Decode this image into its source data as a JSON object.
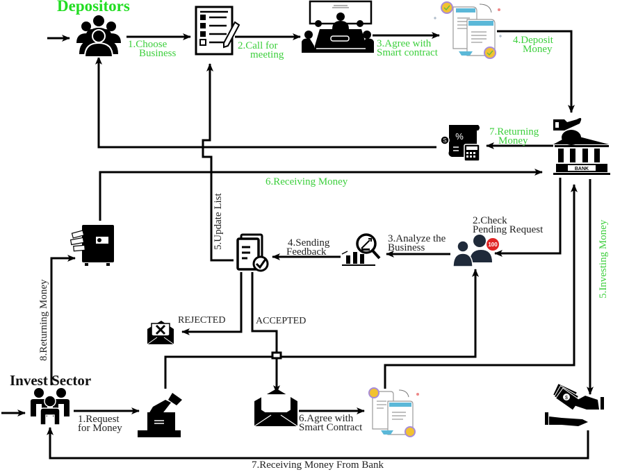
{
  "titles": {
    "depositors": "Depositors",
    "invest_sector": "Invest Sector"
  },
  "depositor_flow": {
    "step1": [
      "1.Choose",
      "Business"
    ],
    "step2": [
      "2.Call for",
      "meeting"
    ],
    "step3": [
      "3.Agree with",
      "Smart contract"
    ],
    "step4": [
      "4.Deposit",
      "Money"
    ]
  },
  "bank_flow": {
    "returning": [
      "7.Returning",
      "Money"
    ],
    "receiving": "6.Receiving Money",
    "investing": "5.Investing Money",
    "update_list": "5.Update List",
    "check_pending": [
      "2.Check",
      "Pending Request"
    ],
    "analyze": [
      "3.Analyze the",
      "Business"
    ],
    "feedback": [
      "4.Sending",
      "Feedback"
    ],
    "rejected": "REJECTED",
    "accepted": "ACCEPTED",
    "returning_invest": "8.Returning Money"
  },
  "invest_flow": {
    "step1": [
      "1.Request",
      "for Money"
    ],
    "step6": [
      "6.Agree with",
      "Smart Contract"
    ],
    "step7": "7.Receiving Money From Bank"
  },
  "icons": {
    "bank_label": "BANK",
    "pending_badge": "100"
  },
  "colors": {
    "green_label": "#3ccf3c",
    "title_green": "#22dd22",
    "line": "#000000",
    "badge": "#e02424",
    "contract_blue": "#5bb8d8",
    "seal_gold": "#f2c230"
  }
}
